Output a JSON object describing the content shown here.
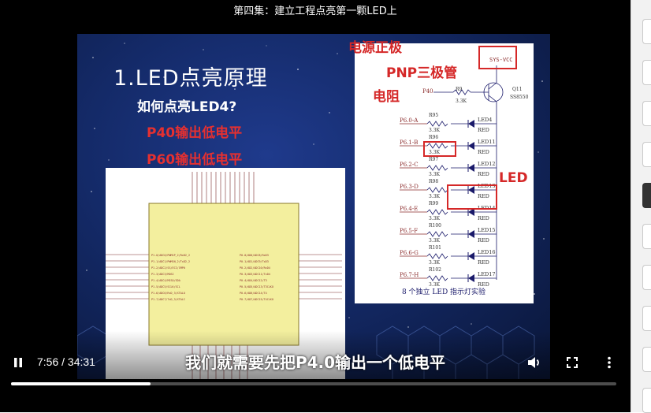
{
  "video": {
    "title": "第四集：建立工程点亮第一颗LED上",
    "current_time": "7:56",
    "time_separator": " / ",
    "duration": "34:31",
    "time_display": "7:56 / 34:31",
    "progress": 0.2303,
    "subtitle": "我们就需要先把P4.0输出一个低电平"
  },
  "slide": {
    "heading": "1.LED点亮原理",
    "question": "如何点亮LED4?",
    "steps": [
      "P40输出低电平",
      "P60输出低电平"
    ],
    "labels": {
      "power": "电源正极",
      "pnp": "PNP三极管",
      "resistor": "电阻",
      "led": "LED"
    },
    "schematic": {
      "vcc": "SYS-VCC",
      "p40": "P40",
      "r9": "R9",
      "r9_val": "3.3K",
      "q11": "Q11",
      "q11_part": "SS8550",
      "rows": [
        {
          "net": "P6.0-A",
          "res": "R95",
          "val": "3.3K",
          "led": "LED4",
          "color": "RED"
        },
        {
          "net": "P6.1-B",
          "res": "R96",
          "val": "3.3K",
          "led": "LED11",
          "color": "RED"
        },
        {
          "net": "P6.2-C",
          "res": "R97",
          "val": "3.3K",
          "led": "LED12",
          "color": "RED"
        },
        {
          "net": "P6.3-D",
          "res": "R98",
          "val": "3.3K",
          "led": "LED13",
          "color": "RED"
        },
        {
          "net": "P6.4-E",
          "res": "R99",
          "val": "3.3K",
          "led": "LED14",
          "color": "RED"
        },
        {
          "net": "P6.5-F",
          "res": "R100",
          "val": "3.3K",
          "led": "LED15",
          "color": "RED"
        },
        {
          "net": "P6.6-G",
          "res": "R101",
          "val": "3.3K",
          "led": "LED16",
          "color": "RED"
        },
        {
          "net": "P6.7-H",
          "res": "R102",
          "val": "3.3K",
          "led": "LED17",
          "color": "RED"
        }
      ],
      "caption": "8 个独立 LED 指示灯实验"
    }
  },
  "icons": {
    "pause": "pause-icon",
    "volume": "volume-icon",
    "fullscreen": "fullscreen-icon",
    "more": "more-vert-icon"
  },
  "colors": {
    "accent_red": "#d52828",
    "slide_blue": "#142a68",
    "chip_yellow": "#f3ef9e"
  },
  "sidebar": {
    "items": [
      {
        "active": false
      },
      {
        "active": false
      },
      {
        "active": false
      },
      {
        "active": false
      },
      {
        "active": true
      },
      {
        "active": false
      },
      {
        "active": false
      },
      {
        "active": false
      },
      {
        "active": false
      },
      {
        "active": false
      }
    ]
  }
}
